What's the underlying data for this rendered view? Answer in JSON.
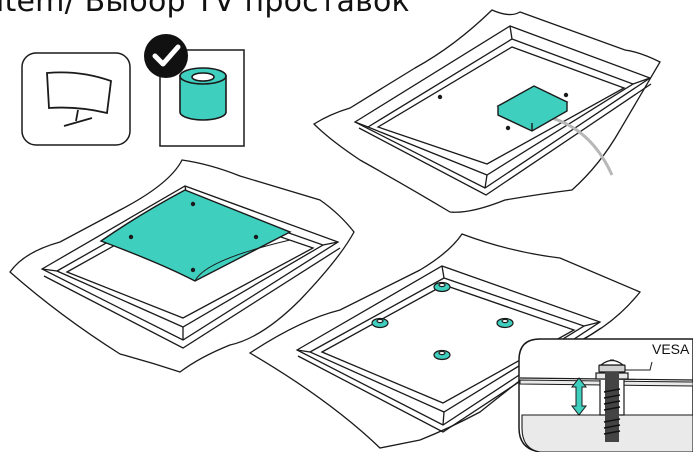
{
  "header": {
    "title": "ltem/ Выбор TV проставок"
  },
  "options": [
    {
      "name": "curved-tv",
      "selected": false
    },
    {
      "name": "spacer",
      "selected": true
    }
  ],
  "callout": {
    "label": "VESA"
  },
  "colors": {
    "accent": "#3fcfbf",
    "ink": "#1a1a1a",
    "cable": "#b8b8b8"
  }
}
